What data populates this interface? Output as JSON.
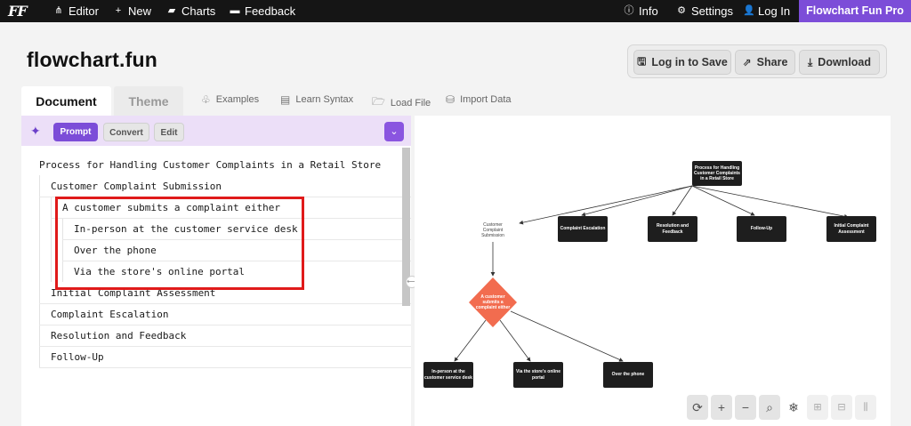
{
  "topnav": {
    "logo": "FF",
    "items": [
      {
        "label": "Editor",
        "icon": "share-nodes-icon",
        "glyph": "⋔"
      },
      {
        "label": "New",
        "icon": "plus-icon",
        "glyph": "+"
      },
      {
        "label": "Charts",
        "icon": "folder-icon",
        "glyph": "▰"
      },
      {
        "label": "Feedback",
        "icon": "chat-bubble-icon",
        "glyph": "▬"
      }
    ],
    "right_items": [
      {
        "label": "Info",
        "icon": "info-icon",
        "glyph": "ⓘ"
      },
      {
        "label": "Settings",
        "icon": "gear-icon",
        "glyph": "⚙"
      },
      {
        "label": "Log In",
        "icon": "user-icon",
        "glyph": "👤"
      }
    ],
    "pro_label": "Flowchart Fun Pro"
  },
  "header": {
    "title": "flowchart.fun",
    "actions": [
      {
        "label": "Log in to Save",
        "icon": "floppy-disk-icon",
        "glyph": "🖫"
      },
      {
        "label": "Share",
        "icon": "share-icon",
        "glyph": "⇗"
      },
      {
        "label": "Download",
        "icon": "download-icon",
        "glyph": "⤓"
      }
    ]
  },
  "tabs": [
    {
      "label": "Document",
      "active": true
    },
    {
      "label": "Theme",
      "active": false
    }
  ],
  "tools": [
    {
      "label": "Examples",
      "icon": "shapes-icon",
      "glyph": "♧"
    },
    {
      "label": "Learn Syntax",
      "icon": "book-icon",
      "glyph": "▤"
    },
    {
      "label": "Load File",
      "icon": "folder-open-icon",
      "glyph": "🗁"
    },
    {
      "label": "Import Data",
      "icon": "database-icon",
      "glyph": "⛁"
    }
  ],
  "prompt_bar": {
    "buttons": [
      {
        "label": "Prompt",
        "active": true
      },
      {
        "label": "Convert",
        "active": false
      },
      {
        "label": "Edit",
        "active": false
      }
    ]
  },
  "editor_lines": [
    "Process for Handling Customer Complaints in a Retail Store",
    "Customer Complaint Submission",
    "A customer submits a complaint either",
    "In-person at the customer service desk",
    "Over the phone",
    "Via the store's online portal",
    "Initial Complaint Assessment",
    "Complaint Escalation",
    "Resolution and Feedback",
    "Follow-Up"
  ],
  "flowchart": {
    "root": "Process for Handling Customer Complaints in a Retail Store",
    "submission": "Customer Complaint Submission",
    "escalation": "Complaint Escalation",
    "resolution": "Resolution and Feedback",
    "followup": "Follow-Up",
    "assessment": "Initial Complaint Assessment",
    "decision": "A customer submits a complaint either",
    "in_person": "In-person at the customer service desk",
    "online": "Via the store's online portal",
    "phone": "Over the phone"
  },
  "colors": {
    "accent": "#7c4dd8",
    "prompt_bg": "#ecdff8",
    "highlight": "#e01a1a",
    "decision": "#f26c4f",
    "node": "#1e1e1e"
  },
  "zoom_controls": [
    {
      "icon": "refresh-icon",
      "glyph": "⟳"
    },
    {
      "icon": "zoom-in-icon",
      "glyph": "+"
    },
    {
      "icon": "zoom-out-icon",
      "glyph": "−"
    },
    {
      "icon": "fit-search-icon",
      "glyph": "⌕"
    },
    {
      "icon": "freeze-icon",
      "glyph": "❄"
    },
    {
      "icon": "grid-layout-icon",
      "glyph": "⊞"
    },
    {
      "icon": "tree-layout-icon",
      "glyph": "⊟"
    },
    {
      "icon": "vertical-layout-icon",
      "glyph": "⫼"
    }
  ]
}
